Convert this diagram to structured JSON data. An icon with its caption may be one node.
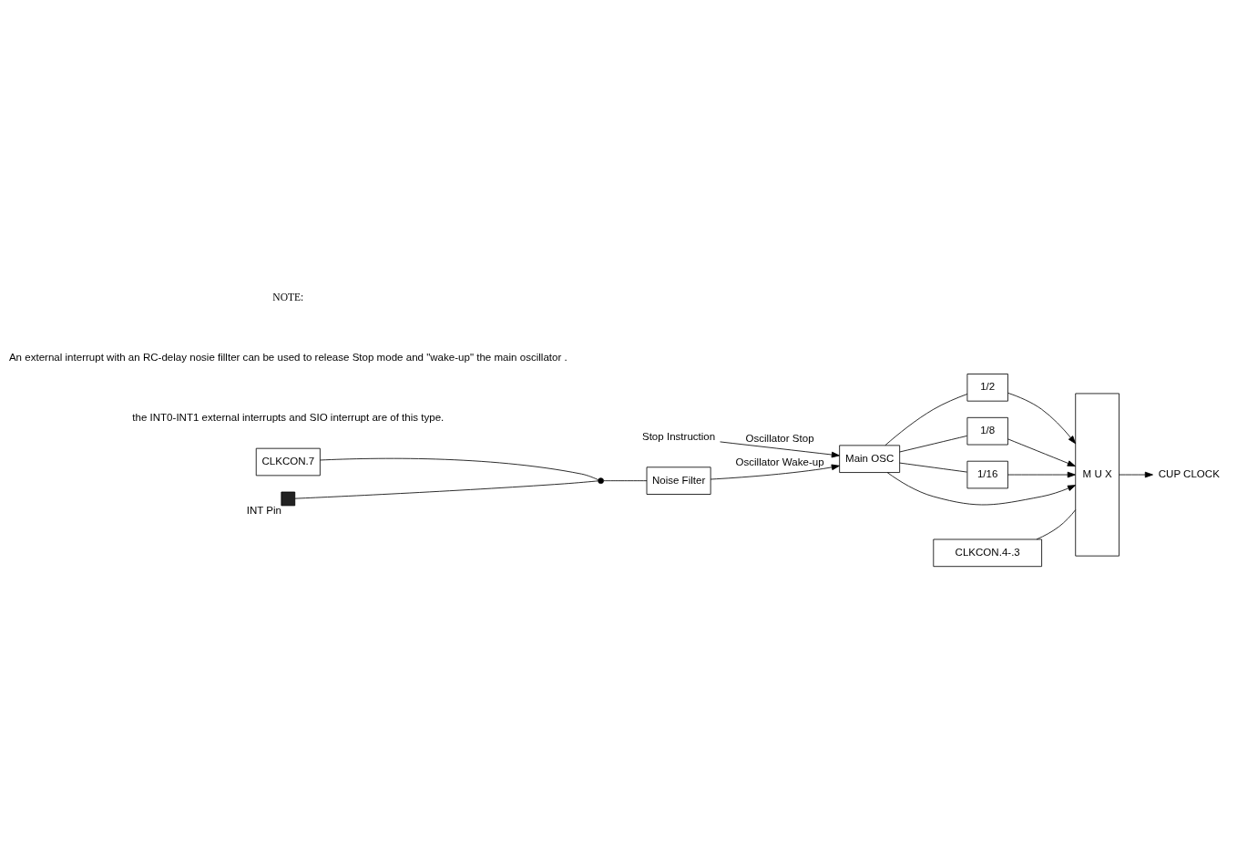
{
  "diagram": {
    "nodes": [
      {
        "text": [
          "Stop Instruction"
        ]
      },
      {
        "text": [
          "Main OSC"
        ]
      },
      {
        "text": [
          "Noise Filter"
        ]
      },
      {
        "text": [
          "CLKCON.7"
        ]
      },
      {
        "text": [],
        "shape": "switch"
      },
      {
        "text": [],
        "shape": "box",
        "beside": [
          "INT Pin"
        ]
      },
      {
        "text": [
          "1/2"
        ]
      },
      {
        "text": [
          "1/8"
        ]
      },
      {
        "text": [
          "1/16"
        ]
      },
      {
        "text": [
          "M U X"
        ]
      },
      {
        "text": [
          "CLKCON.4-.3"
        ]
      },
      {
        "text": [
          "CUP CLOCK"
        ]
      }
    ],
    "edges": [
      {
        "from": 0,
        "to": 1,
        "arrow": "to",
        "label": "Oscillator Stop"
      },
      {
        "from": 2,
        "to": 1,
        "arrow": "to",
        "label": "Oscillator Wake-up"
      },
      {
        "from": 1,
        "to": 9,
        "arrow": "to"
      },
      {
        "from": 1,
        "to": 6,
        "arrow": "none"
      },
      {
        "from": 6,
        "to": 9,
        "arrow": "to"
      },
      {
        "from": 1,
        "to": 7,
        "arrow": "none"
      },
      {
        "from": 7,
        "to": 9,
        "arrow": "to"
      },
      {
        "from": 1,
        "to": 8,
        "arrow": "none"
      },
      {
        "from": 8,
        "to": 9,
        "arrow": "to"
      },
      {
        "from": 10,
        "to": 9,
        "arrow": "none"
      },
      {
        "from": 9,
        "to": 11,
        "arrow": "to"
      },
      {
        "from": 3,
        "to": 4,
        "arrow": "none"
      },
      {
        "from": 5,
        "to": 4,
        "arrow": "none"
      },
      {
        "from": 4,
        "to": 2,
        "arrow": "none"
      }
    ],
    "labels": [
      "NOTE:",
      "An external interrupt with an RC-delay nosie fillter can be used to release Stop mode and \"wake-up\" the main oscillator .",
      "the INT0-INT1 external interrupts and SIO interrupt are of this type."
    ]
  }
}
